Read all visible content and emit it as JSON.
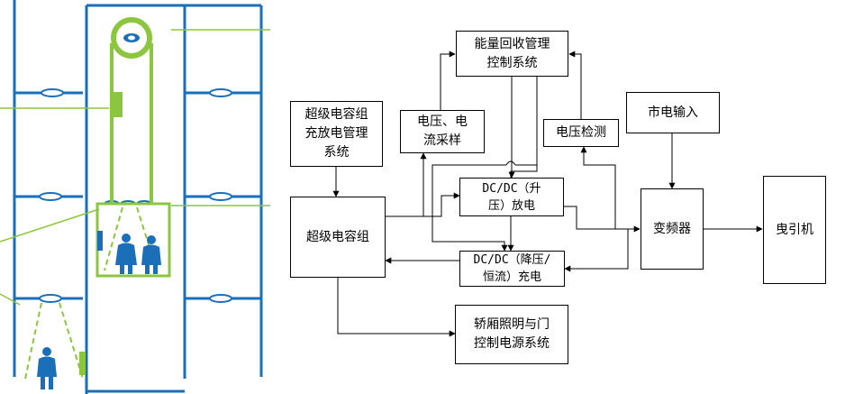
{
  "colors": {
    "elevator_blue": "#1a6fb8",
    "elevator_green": "#8cc63f",
    "line": "#000000"
  },
  "illustration": {
    "description_icons": [
      "elevator-shaft-icon",
      "counterweight-icon",
      "traction-sheave-icon",
      "passenger-icon"
    ]
  },
  "blocks": {
    "energy_mgmt": "能量回收管理\n控制系统",
    "voltage_current_sampling": "电压、电\n流采样",
    "supercap_charge_mgmt": "超级电容组\n充放电管理\n系统",
    "voltage_detect": "电压检测",
    "mains_input": "市电输入",
    "dcdc_boost": "DC/DC（升\n压）放电",
    "supercap_bank": "超级电容组",
    "inverter": "变频器",
    "traction_machine": "曳引机",
    "dcdc_buck": "DC/DC（降压/\n恒流）充电",
    "cabin_power": "轿厢照明与门\n控制电源系统"
  }
}
